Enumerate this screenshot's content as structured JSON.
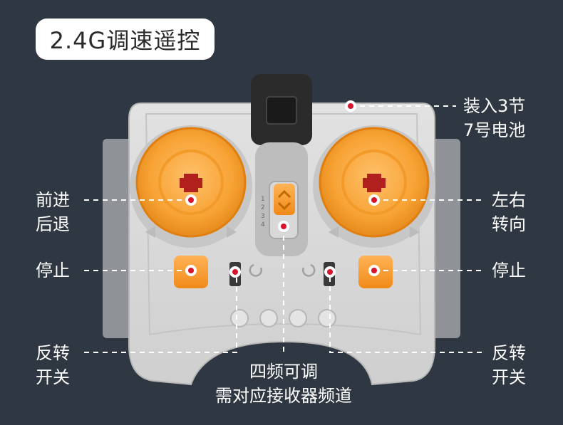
{
  "title": "2.4G调速遥控",
  "labels": {
    "battery": [
      "装入3节",
      "7号电池"
    ],
    "forward_back": [
      "前进",
      "后退"
    ],
    "left_right": [
      "左右",
      "转向"
    ],
    "stop_left": "停止",
    "stop_right": "停止",
    "reverse_left": [
      "反转",
      "开关"
    ],
    "reverse_right": [
      "反转",
      "开关"
    ],
    "channel": [
      "四频可调",
      "需对应接收器频道"
    ]
  },
  "channel_numbers": [
    "1",
    "2",
    "3",
    "4"
  ],
  "colors": {
    "background": "#2f3842",
    "remote_body": "#d6d6d6",
    "dial_orange": "#f7a234",
    "marker_red": "#d8132b"
  }
}
